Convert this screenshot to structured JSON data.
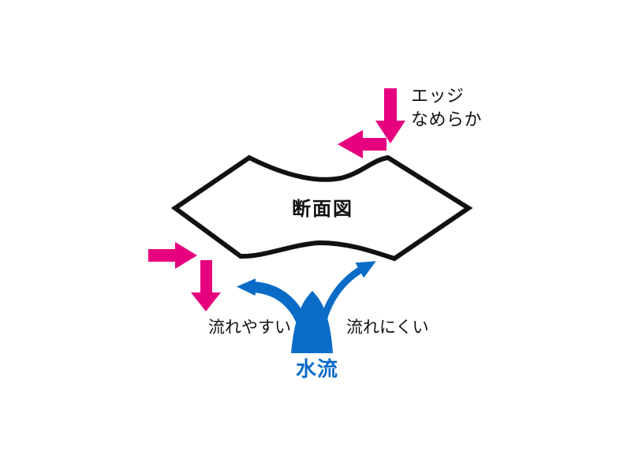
{
  "labels": {
    "edge_line1": "エッジ",
    "edge_line2": "なめらか",
    "cross_section": "断面図",
    "flows_easily": "流れやすい",
    "flows_hardly": "流れにくい",
    "water_flow": "水流"
  },
  "colors": {
    "arrow_pink": "#e6007e",
    "flow_blue": "#0a6cc7",
    "outline": "#111111"
  }
}
